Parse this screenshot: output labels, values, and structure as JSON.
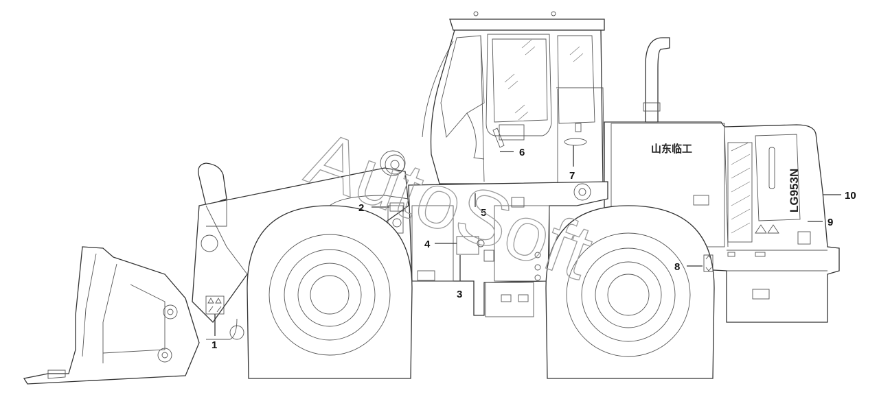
{
  "diagram": {
    "watermark": "AutoSoft",
    "model_text": "LG953N",
    "brand_text": "山东临工",
    "callouts": [
      "1",
      "2",
      "3",
      "4",
      "5",
      "6",
      "7",
      "8",
      "9",
      "10"
    ]
  }
}
